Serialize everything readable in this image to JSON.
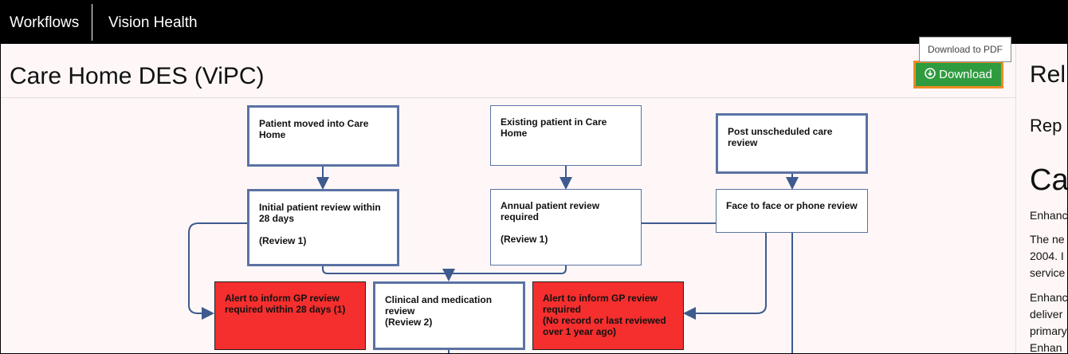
{
  "topbar": {
    "workflows_label": "Workflows",
    "brand_label": "Vision Health"
  },
  "page": {
    "title": "Care Home DES (ViPC)"
  },
  "download": {
    "label": "Download",
    "tooltip": "Download to PDF"
  },
  "right_panel": {
    "heading": "Rel",
    "subheading": "Rep",
    "big_heading": "Ca",
    "lines": [
      "Enhanc",
      "The ne",
      "2004. I",
      "service",
      "Enhanc",
      "deliver",
      "primary",
      "Enhan"
    ]
  },
  "flowchart": {
    "boxes": {
      "moved_in": "Patient moved into Care Home",
      "existing": "Existing patient in Care Home",
      "post_unscheduled": "Post unscheduled care review",
      "initial_review": "Initial patient review within 28 days",
      "initial_review_sub": "(Review 1)",
      "annual_review": "Annual patient review required",
      "annual_review_sub": "(Review 1)",
      "face_to_face": "Face to face or phone review",
      "alert_28_days": "Alert to inform GP review required within 28 days (1)",
      "clinical_medication": "Clinical and medication review",
      "clinical_medication_sub": "(Review 2)",
      "alert_1_year": "Alert to inform GP review required",
      "alert_1_year_sub": "(No record or last reviewed over 1 year ago)"
    },
    "colors": {
      "box_border": "#5b72a3",
      "alert_fill": "#f52e2e",
      "download_green": "#2f9b3f",
      "focus_orange": "#f08a24"
    }
  }
}
